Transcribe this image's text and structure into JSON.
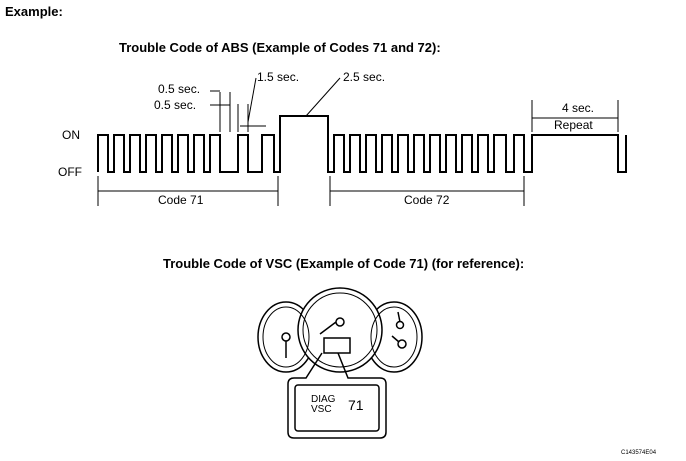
{
  "heading": "Example:",
  "abs_title": "Trouble Code of ABS (Example of Codes 71 and 72):",
  "timing": {
    "label_05a": "0.5 sec.",
    "label_05b": "0.5 sec.",
    "label_15": "1.5 sec.",
    "label_25": "2.5 sec.",
    "label_4": "4 sec.",
    "label_repeat": "Repeat"
  },
  "axis": {
    "on": "ON",
    "off": "OFF"
  },
  "codes": {
    "code71": "Code 71",
    "code72": "Code 72"
  },
  "vsc_title": "Trouble Code of VSC (Example of Code 71) (for reference):",
  "display": {
    "line1": "DIAG",
    "line2": "VSC",
    "code": "71"
  },
  "figure_id": "C143574E04"
}
